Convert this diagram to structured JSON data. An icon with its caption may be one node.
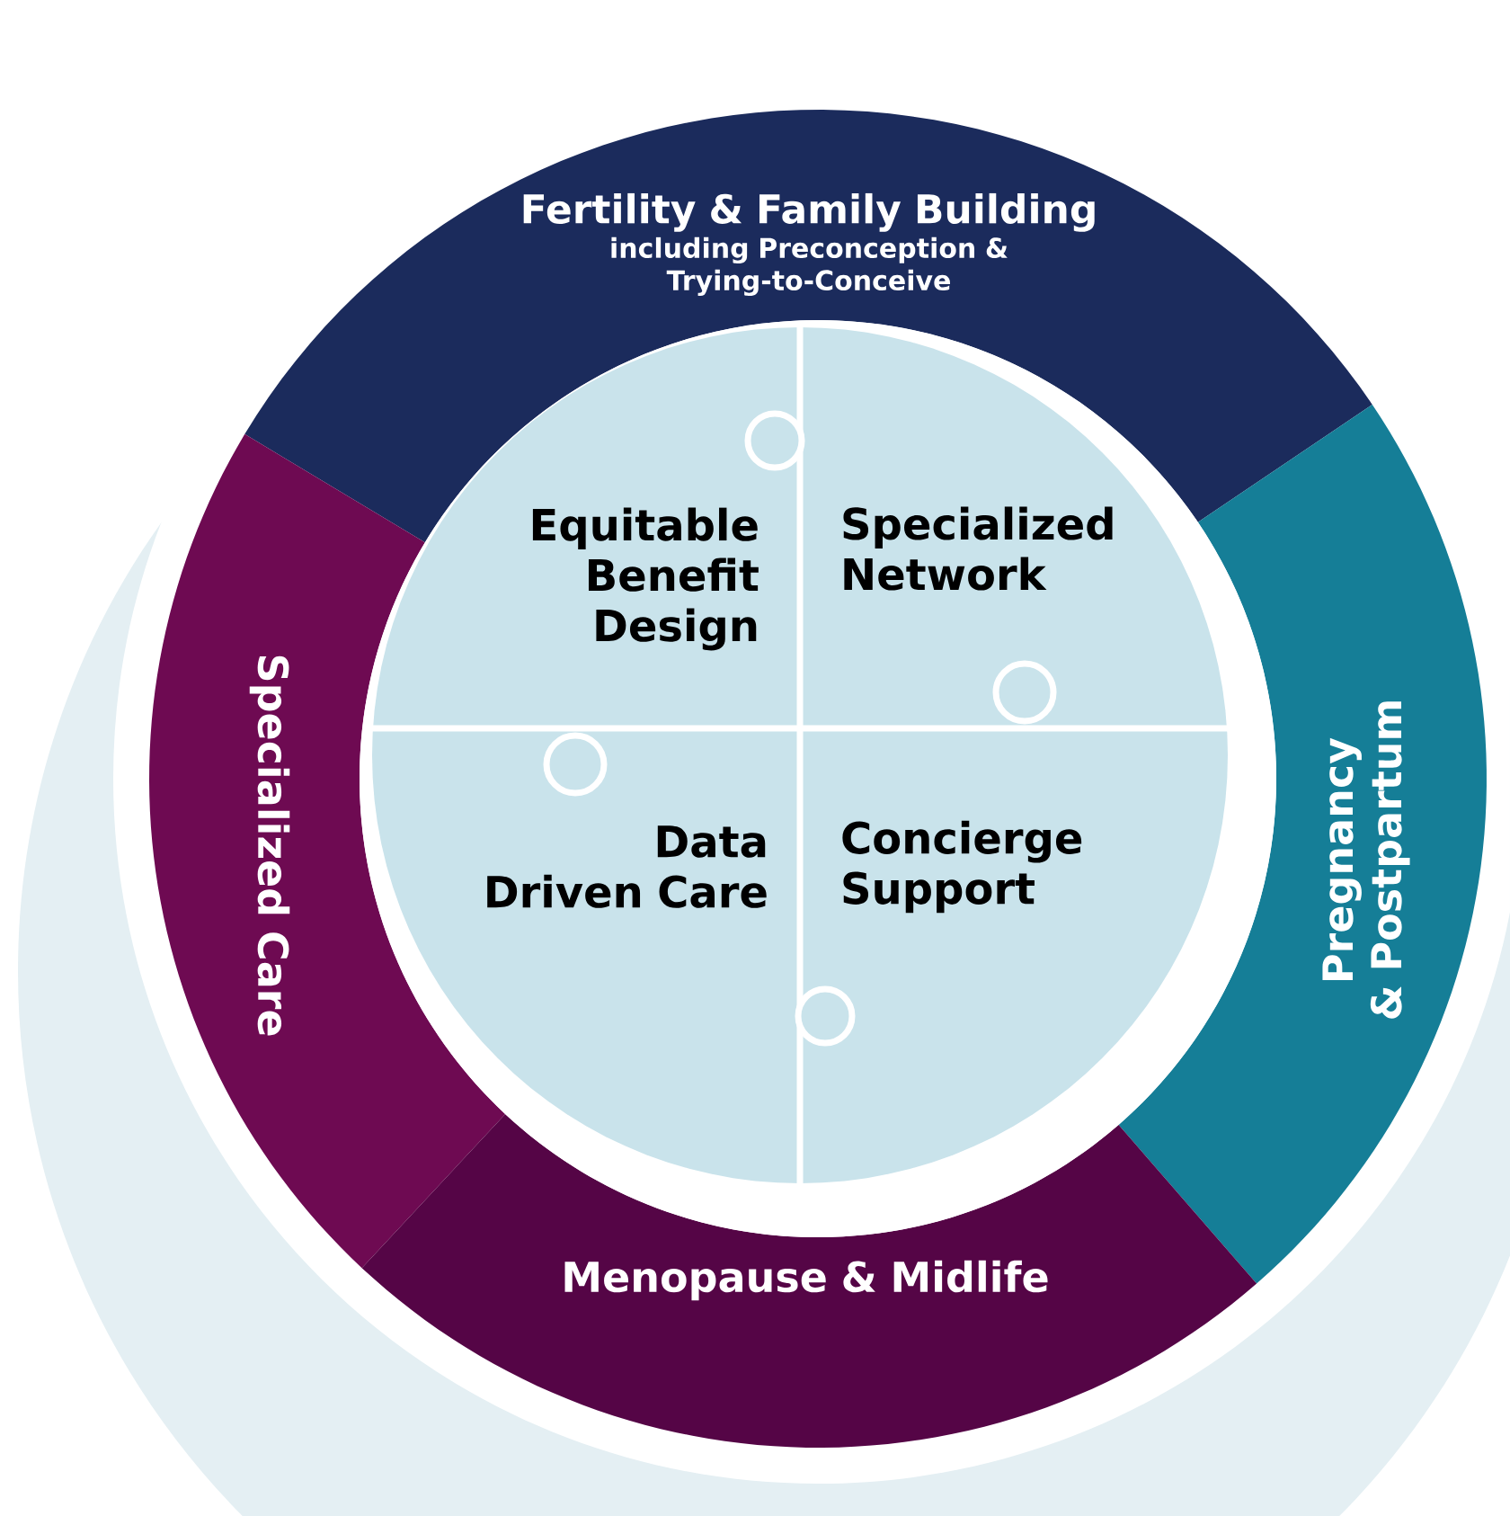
{
  "diagram": {
    "nodes": [
      {
        "text": [
          "Fertility & Family Building",
          "including Preconception & Trying-to-Conceive"
        ]
      },
      {
        "text": [
          "Specialized Care"
        ]
      },
      {
        "text": [
          "Equitable Benefit Design"
        ]
      },
      {
        "text": [
          "Specialized Network"
        ]
      },
      {
        "text": [
          "Data Driven Care"
        ]
      },
      {
        "text": [
          "Concierge Support"
        ]
      },
      {
        "text": [
          "Pregnancy & Postpartum"
        ]
      },
      {
        "text": [
          "Menopause & Midlife"
        ]
      }
    ]
  }
}
